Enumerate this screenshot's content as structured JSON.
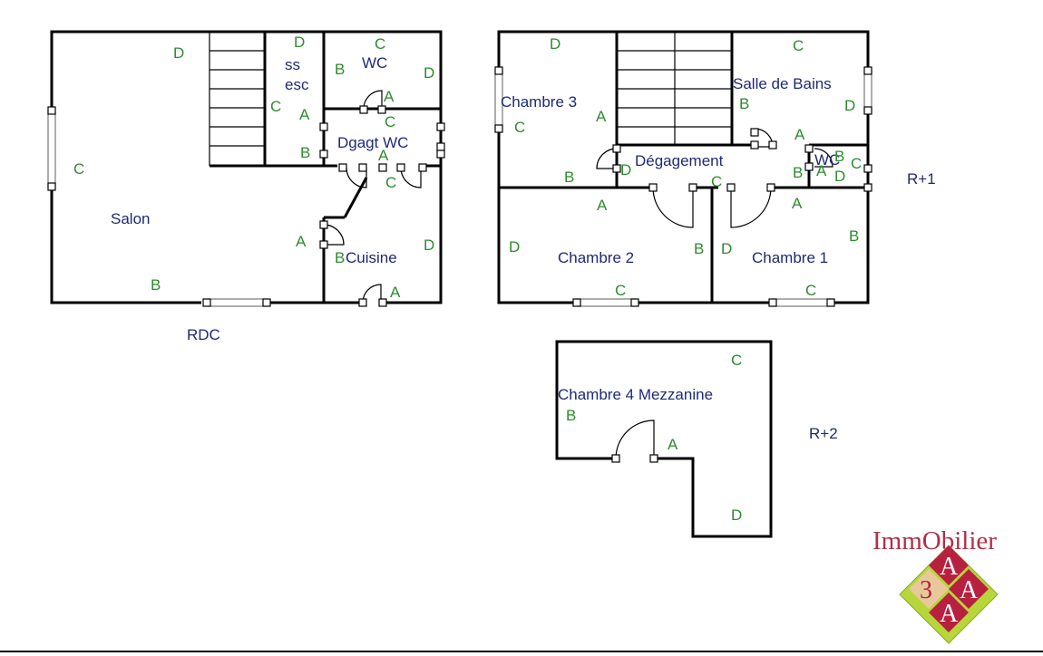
{
  "levels": {
    "ground": "RDC",
    "first": "R+1",
    "second": "R+2"
  },
  "rooms": {
    "salon": "Salon",
    "ss_esc_1": "ss",
    "ss_esc_2": "esc",
    "wc_ground": "WC",
    "degagt_wc": "Dgagt WC",
    "cuisine": "Cuisine",
    "chambre3": "Chambre 3",
    "salle_de_bains": "Salle de Bains",
    "degagement": "Dégagement",
    "wc_first": "WC",
    "chambre2": "Chambre 2",
    "chambre1": "Chambre 1",
    "chambre4": "Chambre 4 Mezzanine"
  },
  "wall_letters": {
    "a": "A",
    "b": "B",
    "c": "C",
    "d": "D"
  },
  "logo": {
    "text": "ImmObilier",
    "letter_a": "A",
    "number": "3",
    "colors": {
      "red": "#b8203f",
      "green": "#b6d63a",
      "gold": "#e8c89a"
    }
  }
}
